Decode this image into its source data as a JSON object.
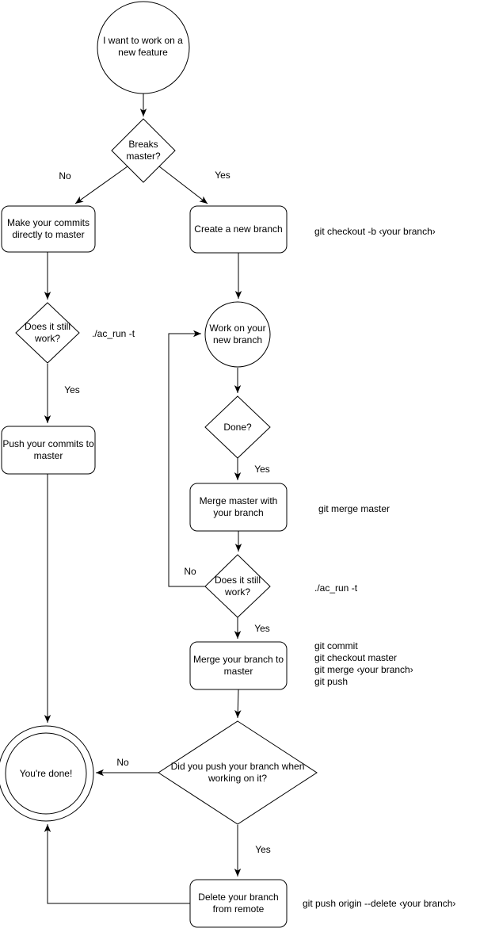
{
  "diagram": {
    "nodes": {
      "start": {
        "label": "I want to work on a new feature"
      },
      "breaks_master": {
        "label": "Breaks master?"
      },
      "commit_master": {
        "label": "Make your commits directly to master"
      },
      "create_branch": {
        "label": "Create a new branch"
      },
      "still_work_1": {
        "label": "Does it still work?"
      },
      "push_commits": {
        "label": "Push your commits to master"
      },
      "work_branch": {
        "label": "Work on your new branch"
      },
      "done_q": {
        "label": "Done?"
      },
      "merge_master": {
        "label": "Merge master with your branch"
      },
      "still_work_2": {
        "label": "Does it still work?"
      },
      "merge_branch": {
        "label": "Merge your branch to master"
      },
      "did_push": {
        "label": "Did you push your branch when working on it?"
      },
      "youre_done": {
        "label": "You're done!"
      },
      "delete_remote": {
        "label": "Delete your branch from remote"
      }
    },
    "edge_labels": {
      "breaks_no": "No",
      "breaks_yes": "Yes",
      "still1_yes": "Yes",
      "done_yes": "Yes",
      "still2_no": "No",
      "still2_yes": "Yes",
      "didpush_no": "No",
      "didpush_yes": "Yes"
    },
    "annotations": {
      "checkout_cmd": "git checkout -b ‹your branch›",
      "ac_run_1": "./ac_run -t",
      "merge_master_cmd": "git merge master",
      "ac_run_2": "./ac_run -t",
      "merge_cmds": [
        "git commit",
        "git checkout master",
        "git merge ‹your branch›",
        "git push"
      ],
      "delete_cmd": "git push origin --delete ‹your branch›"
    }
  },
  "colors": {
    "stroke": "#000000",
    "fill": "#ffffff",
    "text": "#000000",
    "background": "#ffffff"
  }
}
